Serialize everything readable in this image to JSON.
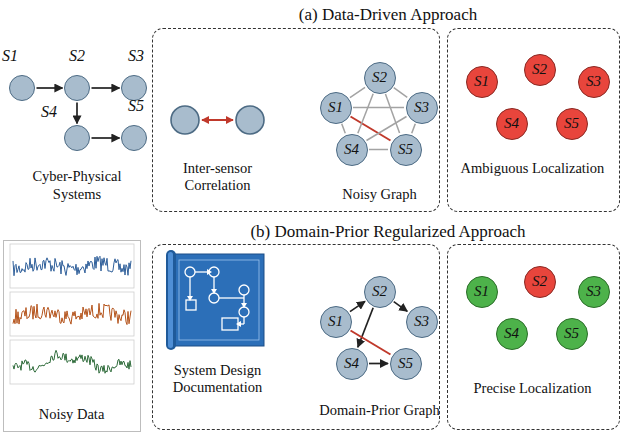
{
  "diagram": {
    "nodes": [
      {
        "text": [
          "S1"
        ]
      },
      {
        "text": [
          "S2"
        ]
      },
      {
        "text": [
          "S3"
        ]
      },
      {
        "text": [
          "S4"
        ]
      },
      {
        "text": [
          "S5"
        ]
      },
      {
        "text": [
          "Inter-sensor Correlation",
          "Noisy Graph"
        ]
      },
      {
        "text": [
          "S1"
        ],
        "in": 5
      },
      {
        "text": [
          "S2"
        ],
        "in": 5
      },
      {
        "text": [
          "S3"
        ],
        "in": 5
      },
      {
        "text": [
          "S4"
        ],
        "in": 5
      },
      {
        "text": [
          "S5"
        ],
        "in": 5
      },
      {
        "text": [
          "Ambiguous Localization"
        ]
      },
      {
        "text": [
          "S1"
        ],
        "in": 11
      },
      {
        "text": [
          "S2"
        ],
        "in": 11
      },
      {
        "text": [
          "S3"
        ],
        "in": 11
      },
      {
        "text": [
          "S4"
        ],
        "in": 11
      },
      {
        "text": [
          "S5"
        ],
        "in": 11
      },
      {
        "text": [
          "Noisy Data"
        ]
      },
      {
        "text": [
          "System Design Documentation",
          "Domain-Prior Graph"
        ]
      },
      {
        "text": [
          "S1"
        ],
        "in": 18
      },
      {
        "text": [
          "S2"
        ],
        "in": 18
      },
      {
        "text": [
          "S3"
        ],
        "in": 18
      },
      {
        "text": [
          "S4"
        ],
        "in": 18
      },
      {
        "text": [
          "S5"
        ],
        "in": 18
      },
      {
        "text": [
          "Precise Localization"
        ]
      },
      {
        "text": [
          "S1"
        ],
        "in": 24
      },
      {
        "text": [
          "S2"
        ],
        "in": 24
      },
      {
        "text": [
          "S3"
        ],
        "in": 24
      },
      {
        "text": [
          "S4"
        ],
        "in": 24
      },
      {
        "text": [
          "S5"
        ],
        "in": 24
      }
    ],
    "edges": [
      {
        "from": 0,
        "to": 1,
        "arrow": "to"
      },
      {
        "from": 1,
        "to": 2,
        "arrow": "to"
      },
      {
        "from": 1,
        "to": 3,
        "arrow": "to"
      },
      {
        "from": 3,
        "to": 4,
        "arrow": "to"
      },
      {
        "from": 6,
        "to": 7,
        "arrow": "none"
      },
      {
        "from": 6,
        "to": 8,
        "arrow": "none"
      },
      {
        "from": 6,
        "to": 9,
        "arrow": "none"
      },
      {
        "from": 6,
        "to": 10,
        "arrow": "none"
      },
      {
        "from": 7,
        "to": 8,
        "arrow": "none"
      },
      {
        "from": 7,
        "to": 9,
        "arrow": "none"
      },
      {
        "from": 7,
        "to": 10,
        "arrow": "none"
      },
      {
        "from": 8,
        "to": 9,
        "arrow": "none"
      },
      {
        "from": 8,
        "to": 10,
        "arrow": "none"
      },
      {
        "from": 9,
        "to": 10,
        "arrow": "none"
      },
      {
        "from": 19,
        "to": 20,
        "arrow": "to"
      },
      {
        "from": 20,
        "to": 21,
        "arrow": "to"
      },
      {
        "from": 20,
        "to": 22,
        "arrow": "to"
      },
      {
        "from": 22,
        "to": 23,
        "arrow": "to"
      },
      {
        "from": 19,
        "to": 23,
        "arrow": "none"
      }
    ],
    "labels": [
      "Cyber-Physical Systems",
      "(a) Data-Driven Approach",
      "(b) Domain-Prior Regularized Approach"
    ]
  }
}
